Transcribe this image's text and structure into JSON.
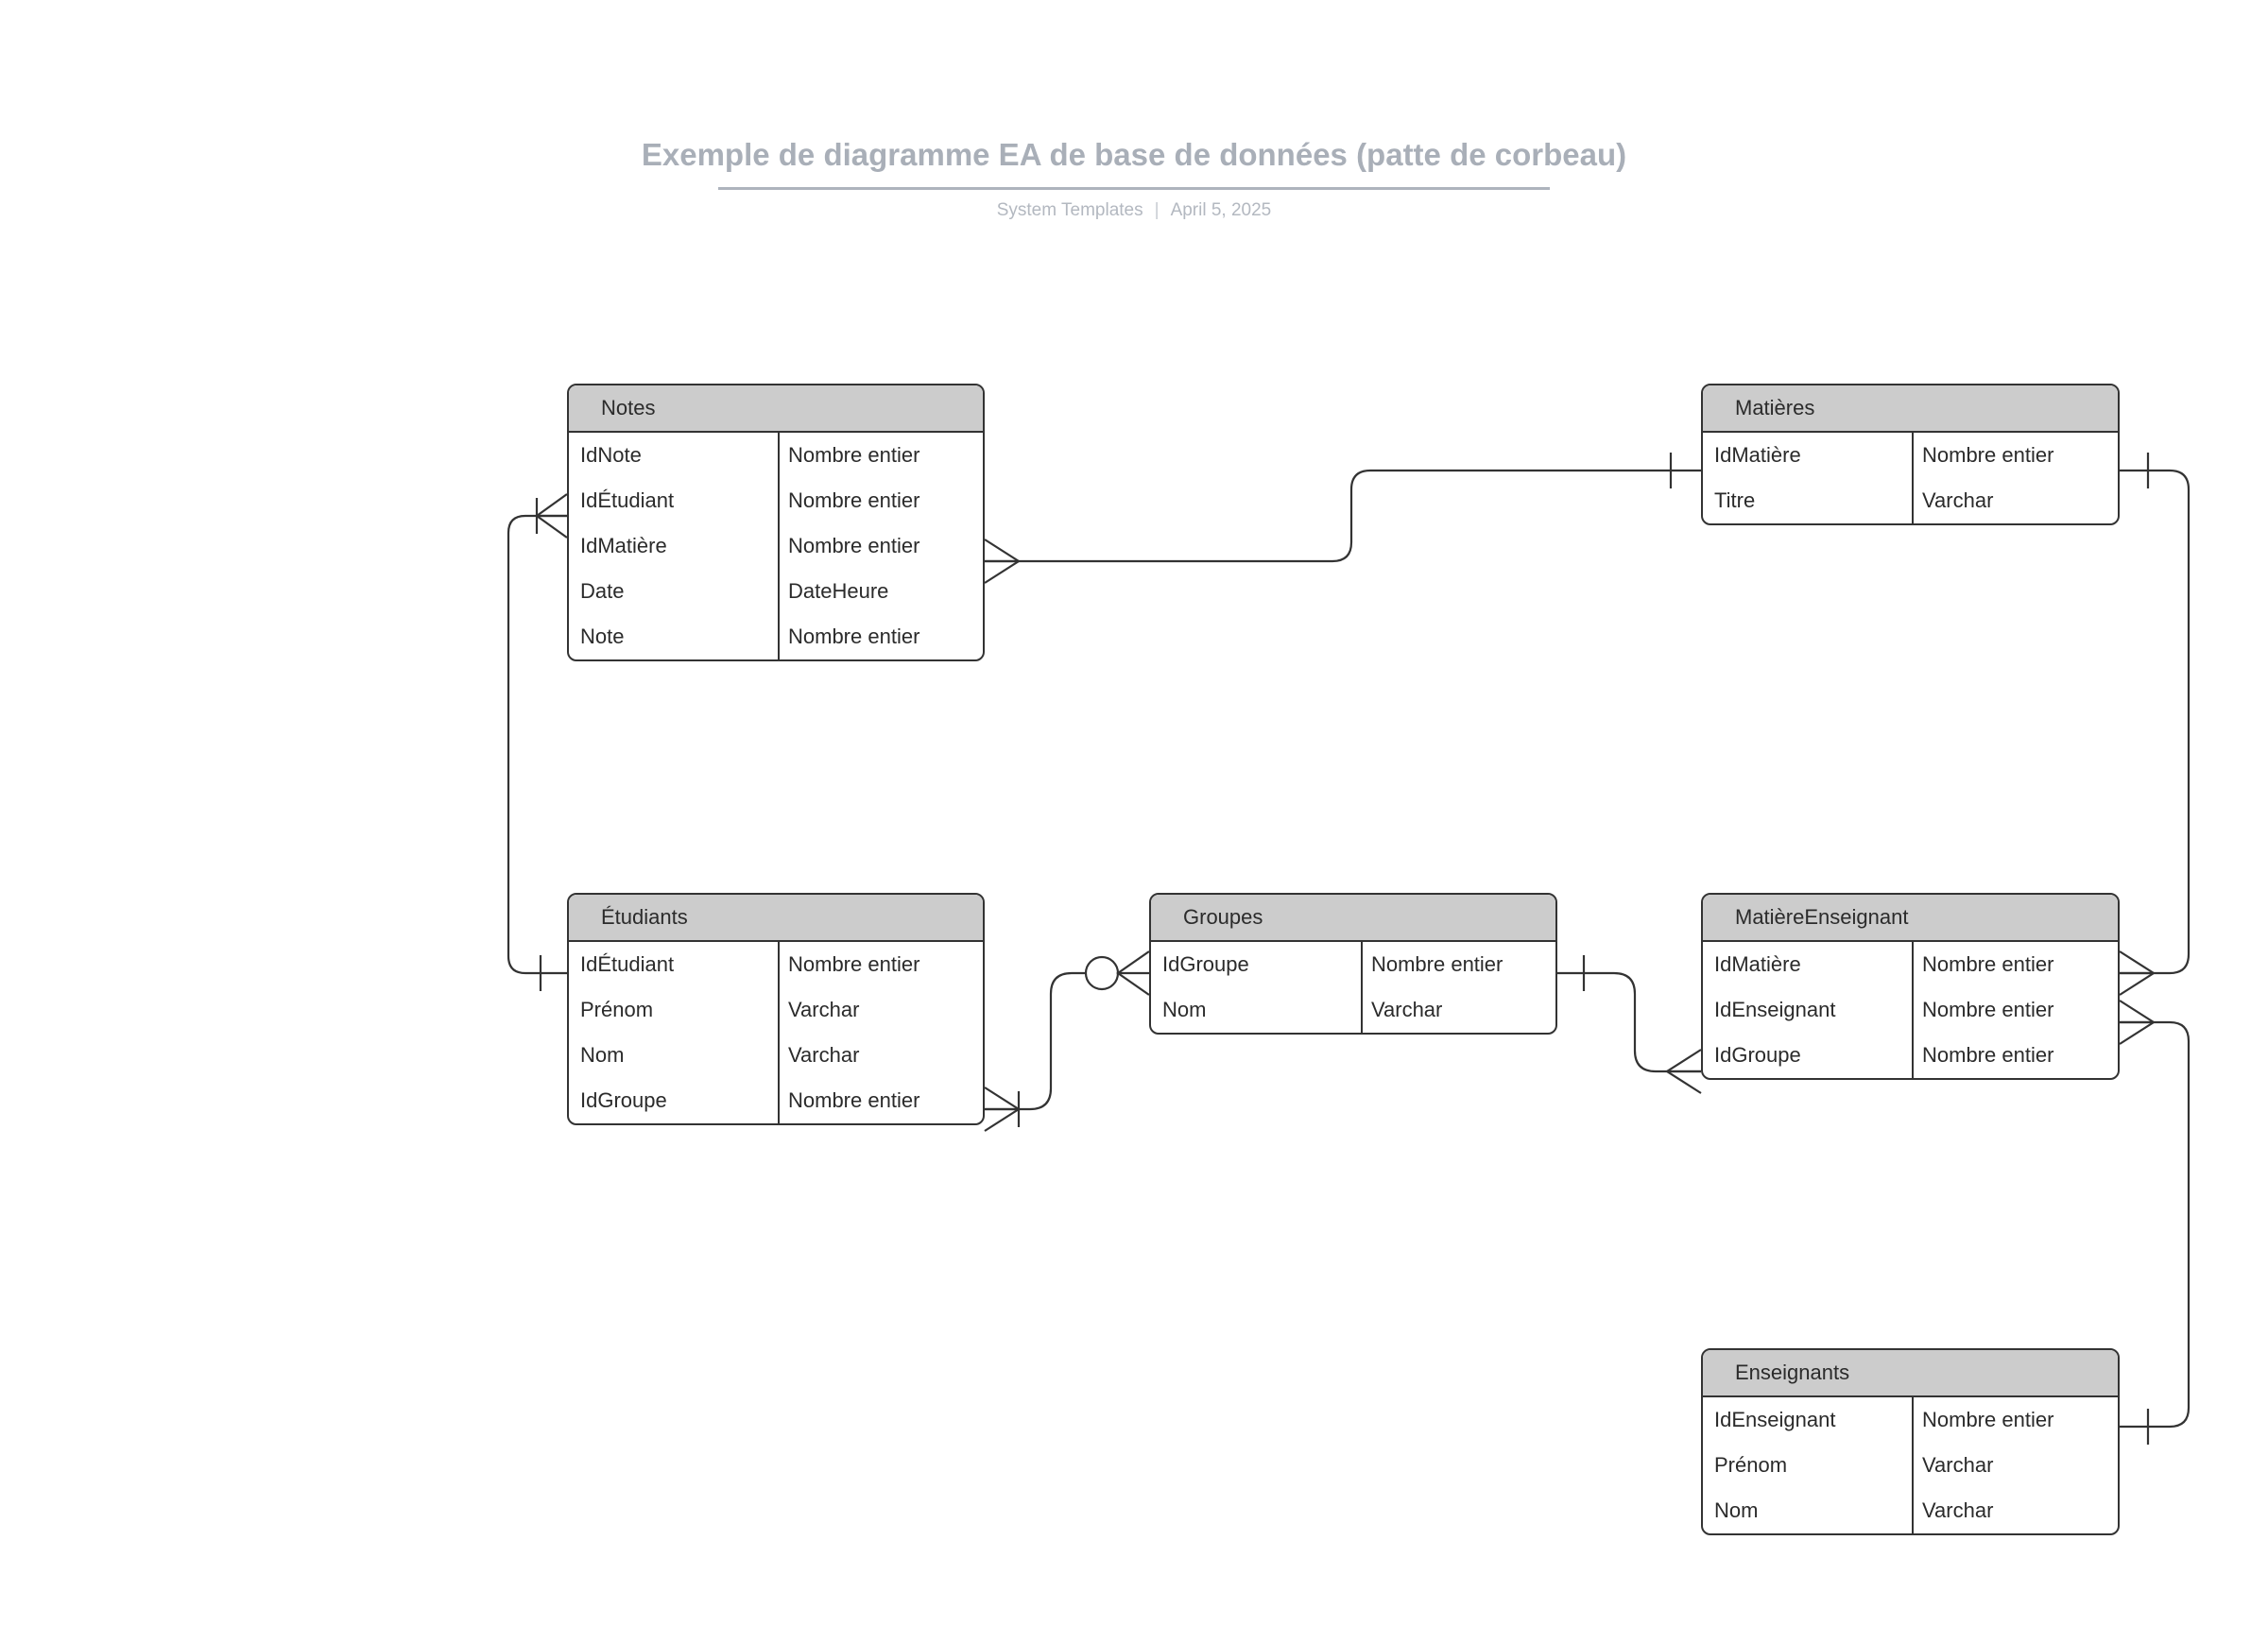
{
  "header": {
    "title": "Exemple de diagramme EA de base de données (patte de corbeau)",
    "author": "System Templates",
    "separator": "|",
    "date": "April 5, 2025"
  },
  "diagram": {
    "notation": "crow's foot",
    "entities": [
      {
        "id": "notes",
        "name": "Notes",
        "attributes": [
          {
            "name": "IdNote",
            "type": "Nombre entier"
          },
          {
            "name": "IdÉtudiant",
            "type": "Nombre entier"
          },
          {
            "name": "IdMatière",
            "type": "Nombre entier"
          },
          {
            "name": "Date",
            "type": "DateHeure"
          },
          {
            "name": "Note",
            "type": "Nombre entier"
          }
        ]
      },
      {
        "id": "matieres",
        "name": "Matières",
        "attributes": [
          {
            "name": "IdMatière",
            "type": "Nombre entier"
          },
          {
            "name": "Titre",
            "type": "Varchar"
          }
        ]
      },
      {
        "id": "etudiants",
        "name": "Étudiants",
        "attributes": [
          {
            "name": "IdÉtudiant",
            "type": "Nombre entier"
          },
          {
            "name": "Prénom",
            "type": "Varchar"
          },
          {
            "name": "Nom",
            "type": "Varchar"
          },
          {
            "name": "IdGroupe",
            "type": "Nombre entier"
          }
        ]
      },
      {
        "id": "groupes",
        "name": "Groupes",
        "attributes": [
          {
            "name": "IdGroupe",
            "type": "Nombre entier"
          },
          {
            "name": "Nom",
            "type": "Varchar"
          }
        ]
      },
      {
        "id": "matiereenseignant",
        "name": "MatièreEnseignant",
        "attributes": [
          {
            "name": "IdMatière",
            "type": "Nombre entier"
          },
          {
            "name": "IdEnseignant",
            "type": "Nombre entier"
          },
          {
            "name": "IdGroupe",
            "type": "Nombre entier"
          }
        ]
      },
      {
        "id": "enseignants",
        "name": "Enseignants",
        "attributes": [
          {
            "name": "IdEnseignant",
            "type": "Nombre entier"
          },
          {
            "name": "Prénom",
            "type": "Varchar"
          },
          {
            "name": "Nom",
            "type": "Varchar"
          }
        ]
      }
    ],
    "relationships": [
      {
        "from": "Notes.IdÉtudiant",
        "to": "Étudiants.IdÉtudiant",
        "from_cardinality": "many (one-and-only-many)",
        "to_cardinality": "one"
      },
      {
        "from": "Notes.IdMatière",
        "to": "Matières.IdMatière",
        "from_cardinality": "many",
        "to_cardinality": "one"
      },
      {
        "from": "Étudiants.IdGroupe",
        "to": "Groupes.IdGroupe",
        "from_cardinality": "many (one-and-only-many)",
        "to_cardinality": "zero or many"
      },
      {
        "from": "Groupes.IdGroupe",
        "to": "MatièreEnseignant.IdGroupe",
        "from_cardinality": "one",
        "to_cardinality": "many"
      },
      {
        "from": "Matières.IdMatière",
        "to": "MatièreEnseignant.IdMatière",
        "from_cardinality": "one",
        "to_cardinality": "many"
      },
      {
        "from": "MatièreEnseignant.IdEnseignant",
        "to": "Enseignants.IdEnseignant",
        "from_cardinality": "many",
        "to_cardinality": "one"
      }
    ]
  },
  "colors": {
    "header_fill": "#cccccc",
    "stroke": "#333333",
    "title_text": "#a9afb8",
    "background": "#ffffff"
  }
}
